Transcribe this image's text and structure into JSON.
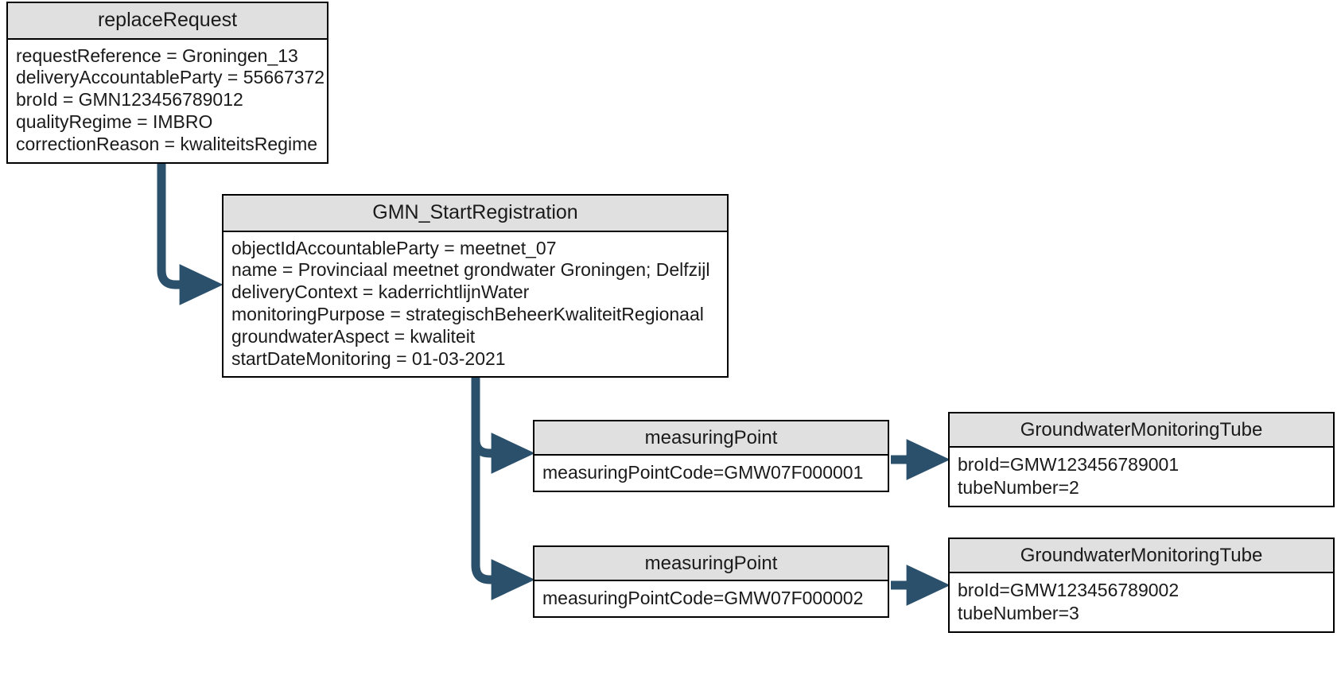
{
  "diagram": {
    "title": "replaceRequest GMN_StartRegistration structure",
    "colors": {
      "box_border": "#000000",
      "header_fill": "#e0e0e0",
      "body_fill": "#ffffff",
      "connector": "#2b506b",
      "text": "#1a1a1a"
    },
    "boxes": [
      {
        "id": "replaceRequest",
        "header": "replaceRequest",
        "attributes": [
          "requestReference = Groningen_13",
          "deliveryAccountableParty = 55667372",
          "broId = GMN123456789012",
          "qualityRegime = IMBRO",
          "correctionReason = kwaliteitsRegime"
        ]
      },
      {
        "id": "gmnStartRegistration",
        "header": "GMN_StartRegistration",
        "attributes": [
          "objectIdAccountableParty = meetnet_07",
          "name = Provinciaal meetnet grondwater Groningen; Delfzijl",
          "deliveryContext = kaderrichtlijnWater",
          "monitoringPurpose = strategischBeheerKwaliteitRegionaal",
          "groundwaterAspect = kwaliteit",
          "startDateMonitoring = 01-03-2021"
        ]
      },
      {
        "id": "measuringPoint1",
        "header": "measuringPoint",
        "attributes": [
          "measuringPointCode=GMW07F000001"
        ]
      },
      {
        "id": "measuringPoint2",
        "header": "measuringPoint",
        "attributes": [
          "measuringPointCode=GMW07F000002"
        ]
      },
      {
        "id": "groundwaterMonitoringTube1",
        "header": "GroundwaterMonitoringTube",
        "attributes": [
          "broId=GMW123456789001",
          "tubeNumber=2"
        ]
      },
      {
        "id": "groundwaterMonitoringTube2",
        "header": "GroundwaterMonitoringTube",
        "attributes": [
          "broId=GMW123456789002",
          "tubeNumber=3"
        ]
      }
    ],
    "connectors": [
      {
        "id": "replaceRequest-to-gmnStartRegistration",
        "from": "replaceRequest",
        "to": "gmnStartRegistration",
        "style": "elbow-down-right"
      },
      {
        "id": "gmnStartRegistration-to-measuringPoint1",
        "from": "gmnStartRegistration",
        "to": "measuringPoint1",
        "style": "elbow-down-right"
      },
      {
        "id": "gmnStartRegistration-to-measuringPoint2",
        "from": "gmnStartRegistration",
        "to": "measuringPoint2",
        "style": "elbow-down-right"
      },
      {
        "id": "measuringPoint1-to-tube1",
        "from": "measuringPoint1",
        "to": "groundwaterMonitoringTube1",
        "style": "straight-right"
      },
      {
        "id": "measuringPoint2-to-tube2",
        "from": "measuringPoint2",
        "to": "groundwaterMonitoringTube2",
        "style": "straight-right"
      }
    ]
  }
}
